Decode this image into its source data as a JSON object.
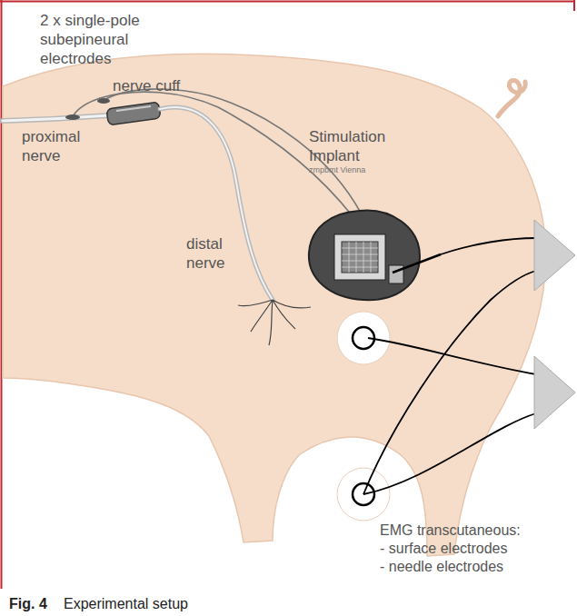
{
  "diagram": {
    "caption": "Experimental setup",
    "nodes": [
      {
        "text": [
          "Stimulation Implant",
          "zmpbmt Vienna"
        ]
      }
    ],
    "labels": [
      "2 x single-pole subepineural electrodes",
      "proximal nerve",
      "nerve cuff",
      "distal nerve",
      "EMG transcutaneous:",
      "- surface electrodes",
      "- needle electrodes",
      "Fig. 4"
    ]
  }
}
